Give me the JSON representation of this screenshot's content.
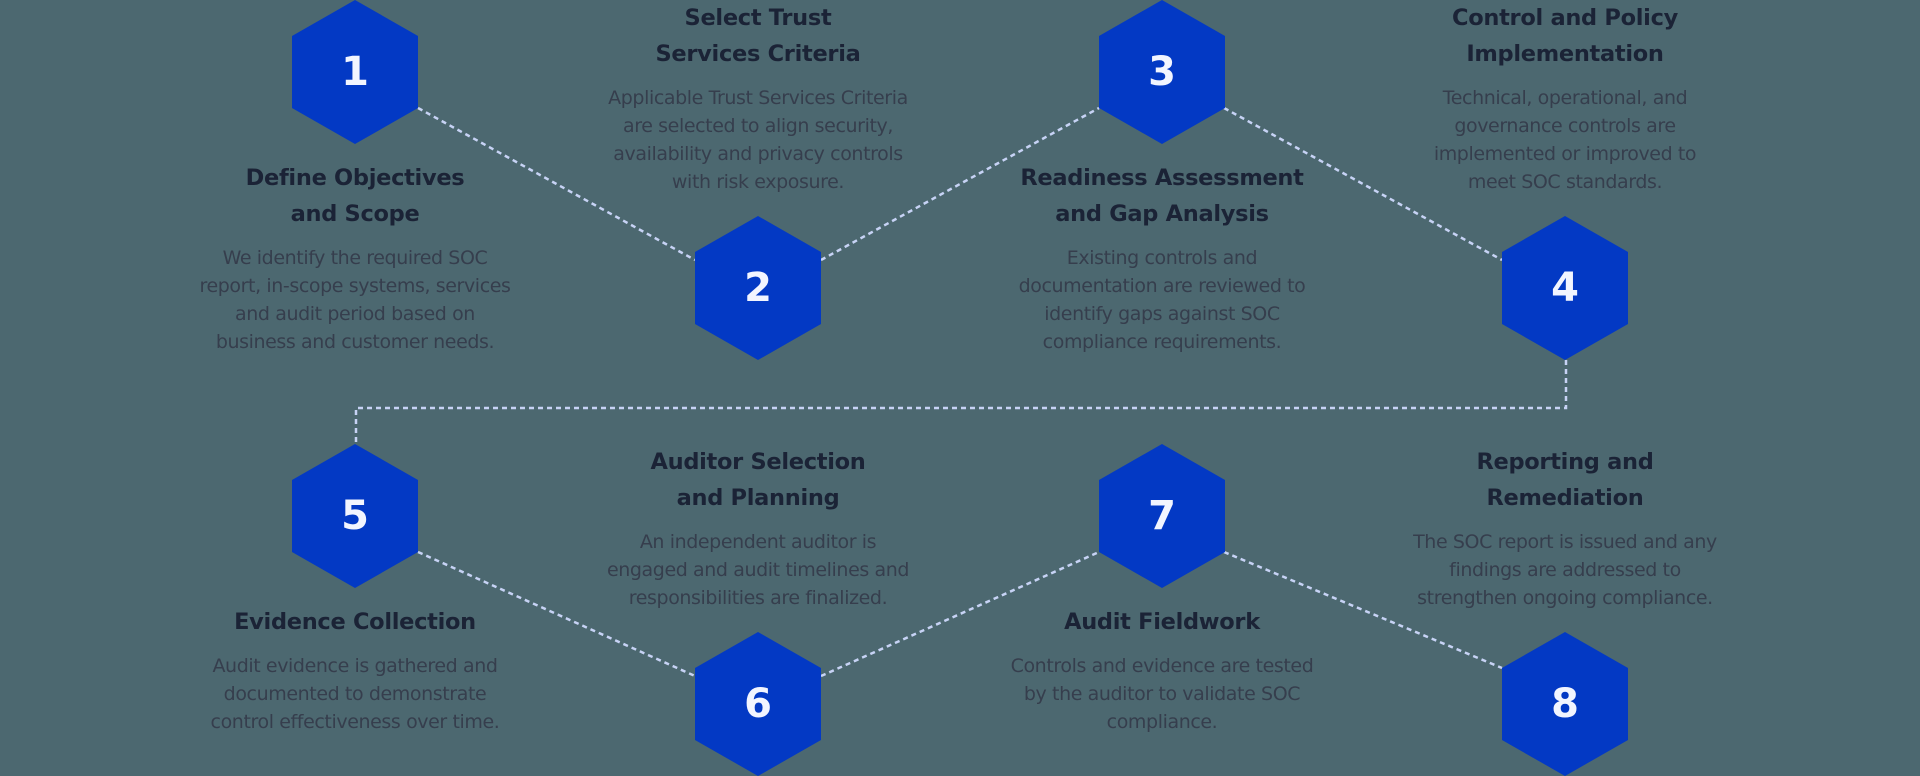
{
  "colors": {
    "background": "#4c6870",
    "hexagon": "#0339c4",
    "number": "#f2f5ff",
    "connector": "#c7d3f5",
    "title": "#1b2336",
    "description": "#363e4d"
  },
  "steps": [
    {
      "number": "1",
      "title_lines": [
        "Define Objectives",
        "and Scope"
      ],
      "description_lines": [
        "We identify the required SOC",
        "report, in-scope systems, services",
        "and audit period based on",
        "business and customer needs."
      ]
    },
    {
      "number": "2",
      "title_lines": [
        "Select Trust",
        "Services Criteria"
      ],
      "description_lines": [
        "Applicable Trust Services Criteria",
        "are selected to align security,",
        "availability and privacy controls",
        "with risk exposure."
      ]
    },
    {
      "number": "3",
      "title_lines": [
        "Readiness Assessment",
        "and Gap Analysis"
      ],
      "description_lines": [
        "Existing controls and",
        "documentation are reviewed to",
        "identify gaps against SOC",
        "compliance requirements."
      ]
    },
    {
      "number": "4",
      "title_lines": [
        "Control and Policy",
        "Implementation"
      ],
      "description_lines": [
        "Technical, operational, and",
        "governance controls are",
        "implemented or improved to",
        "meet SOC standards."
      ]
    },
    {
      "number": "5",
      "title_lines": [
        "Evidence Collection"
      ],
      "description_lines": [
        "Audit evidence is gathered and",
        "documented to demonstrate",
        "control effectiveness over time."
      ]
    },
    {
      "number": "6",
      "title_lines": [
        "Auditor Selection",
        "and Planning"
      ],
      "description_lines": [
        "An independent auditor is",
        "engaged and audit timelines and",
        "responsibilities are finalized."
      ]
    },
    {
      "number": "7",
      "title_lines": [
        "Audit Fieldwork"
      ],
      "description_lines": [
        "Controls and evidence are tested",
        "by the auditor to validate SOC",
        "compliance."
      ]
    },
    {
      "number": "8",
      "title_lines": [
        "Reporting and",
        "Remediation"
      ],
      "description_lines": [
        "The SOC report is issued and any",
        "findings are addressed to",
        "strengthen ongoing compliance."
      ]
    }
  ]
}
